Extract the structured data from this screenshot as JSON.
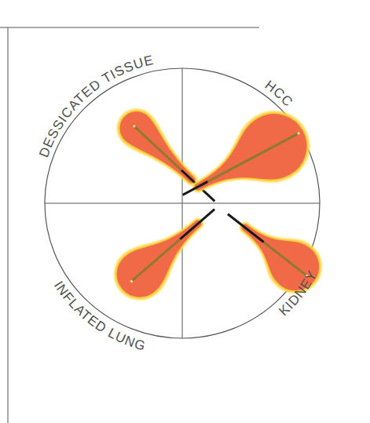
{
  "diagram": {
    "labels": [
      "DESSICATED TISSUE",
      "HCC",
      "INFLATED LUNG",
      "KIDNEY"
    ]
  }
}
